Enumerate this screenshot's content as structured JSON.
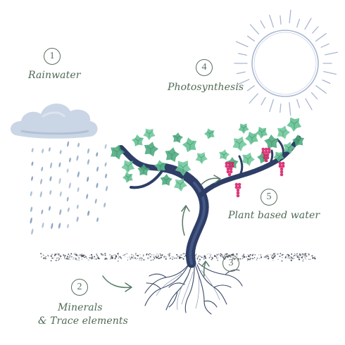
{
  "steps": [
    {
      "number": "1",
      "label": "Rainwater"
    },
    {
      "number": "2",
      "label_line1": "Minerals",
      "label_line2": "& Trace elements"
    },
    {
      "number": "3"
    },
    {
      "number": "4",
      "label": "Photosynthesis"
    },
    {
      "number": "5",
      "label": "Plant based water"
    }
  ],
  "colors": {
    "text": "#4e6a54",
    "trunk": "#2e3e66",
    "leaf": "#5fbf8f",
    "grape": "#d8246a",
    "rain": "#7f9bbd",
    "sun": "#a9b6d2"
  },
  "icons": [
    "cloud-icon",
    "sun-icon",
    "vine-icon",
    "grape-cluster-icon",
    "arrow-icon"
  ]
}
